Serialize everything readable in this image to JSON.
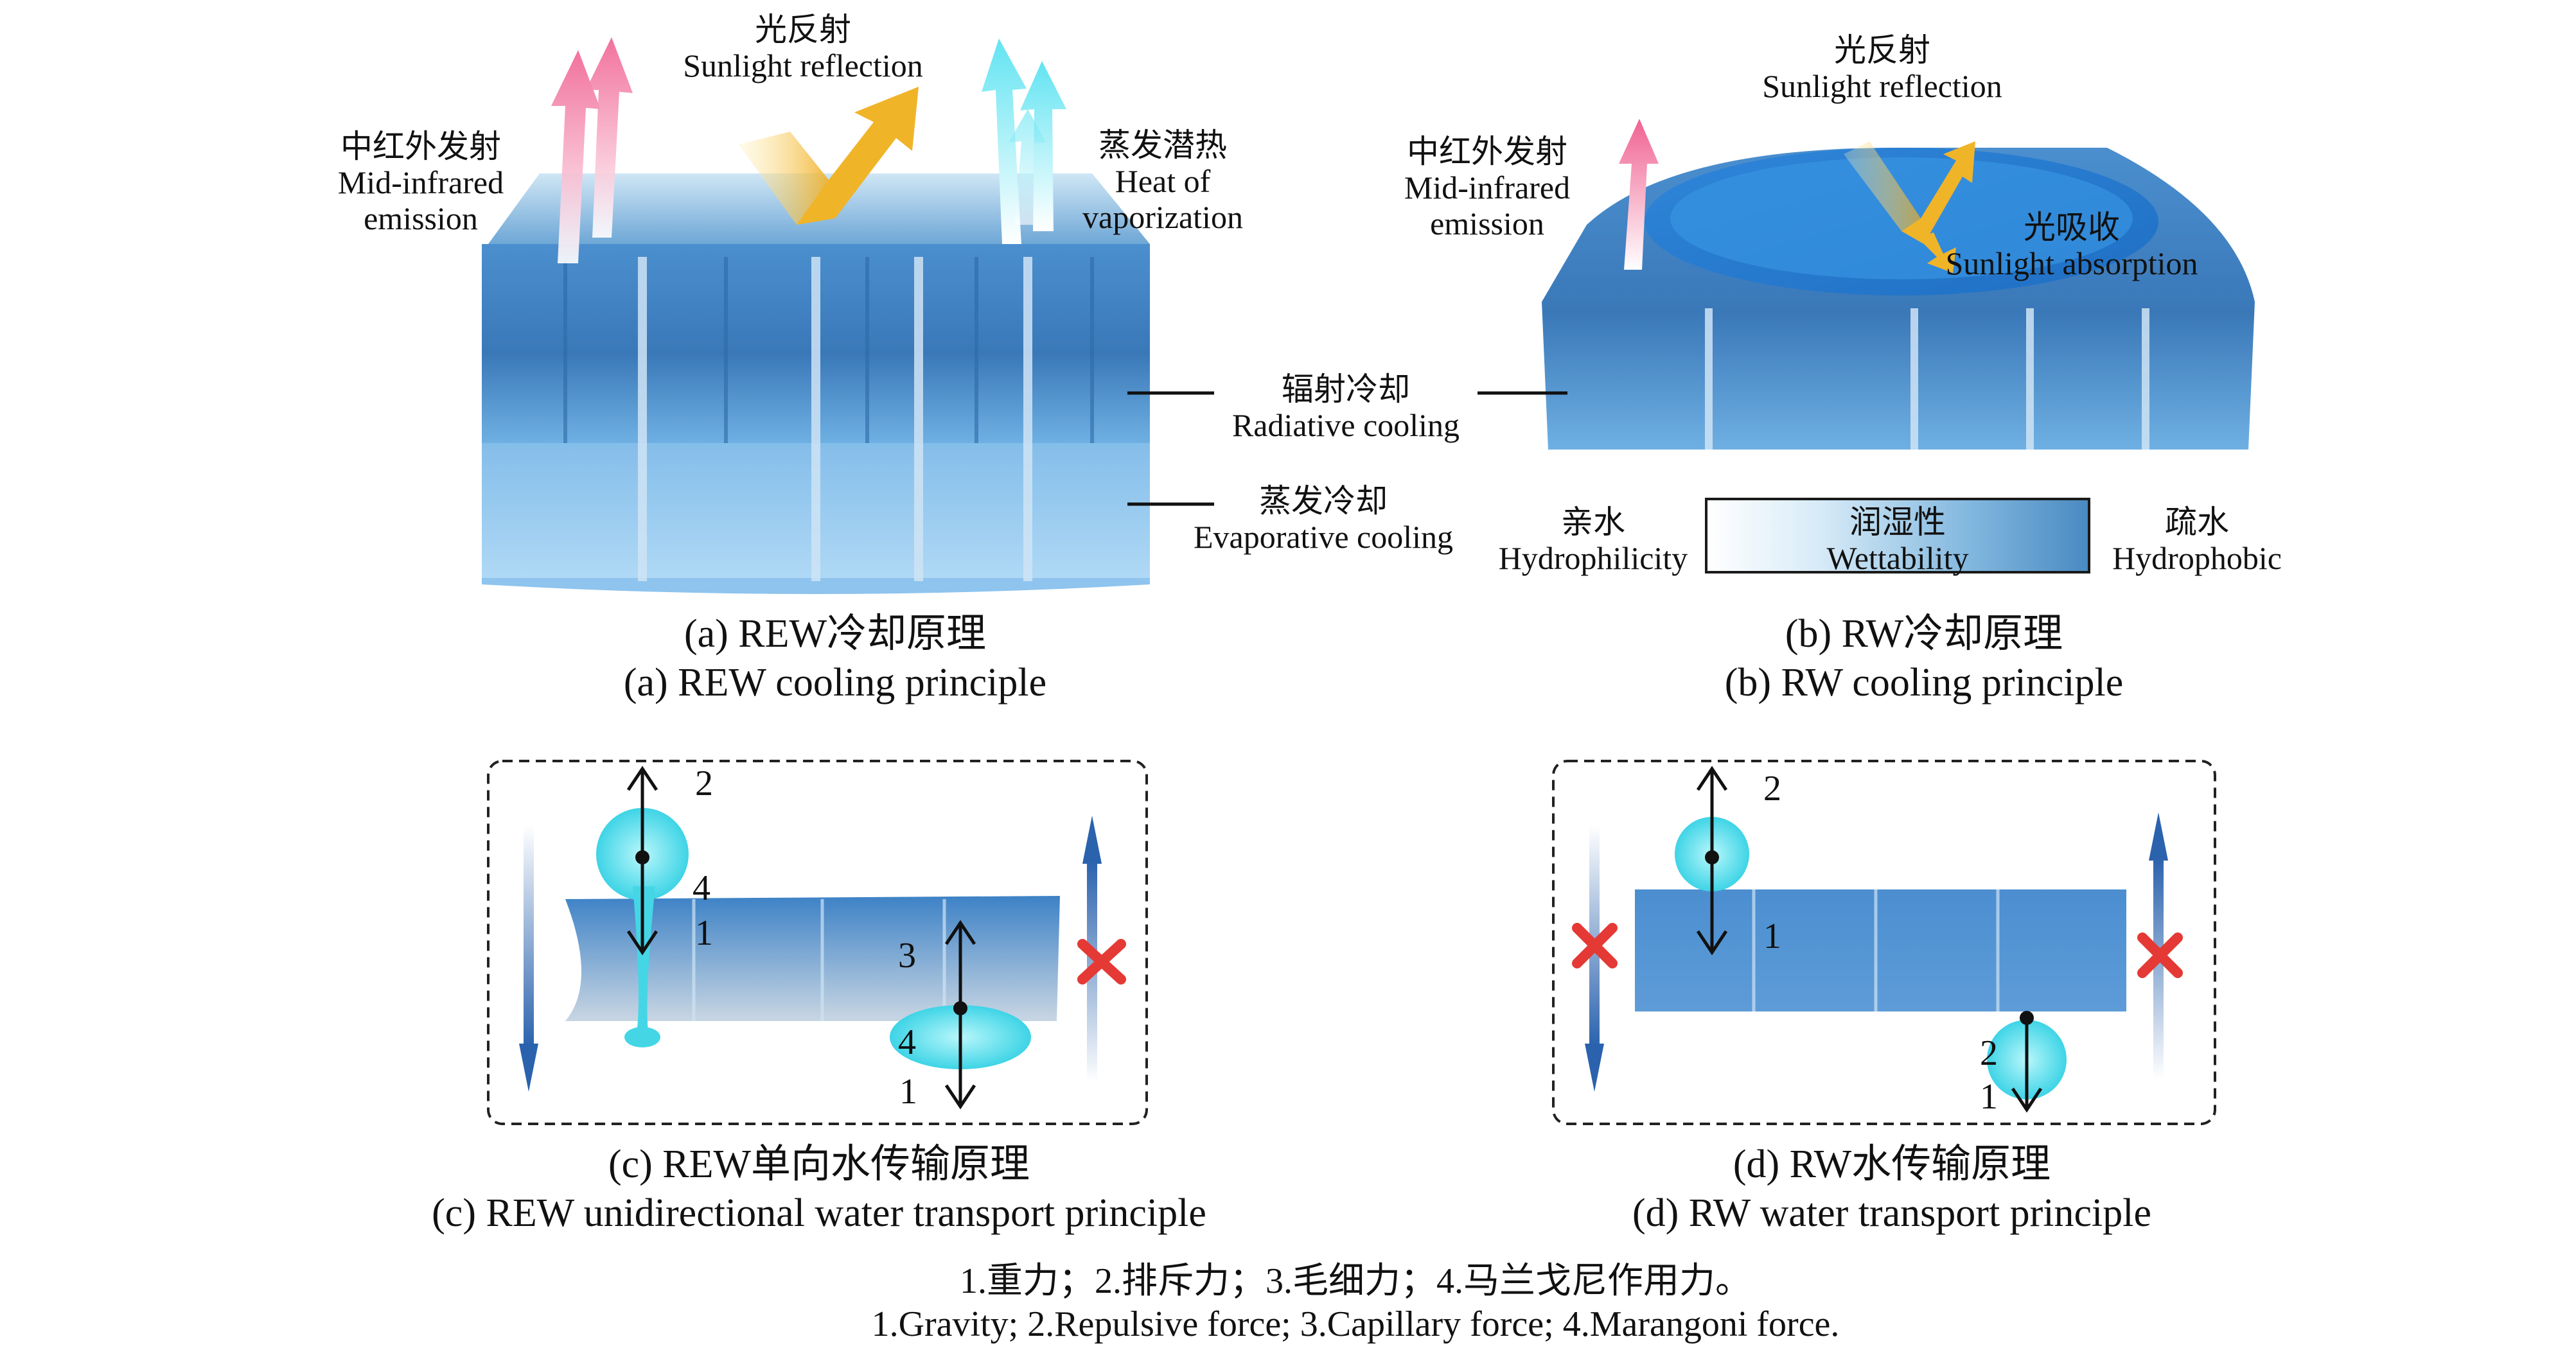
{
  "panel_a": {
    "mir_zh": "中红外发射",
    "mir_en1": "Mid-infrared",
    "mir_en2": "emission",
    "refl_zh": "光反射",
    "refl_en": "Sunlight reflection",
    "vap_zh": "蒸发潜热",
    "vap_en1": "Heat of",
    "vap_en2": "vaporization",
    "rad_zh": "辐射冷却",
    "rad_en": "Radiative cooling",
    "evap_zh": "蒸发冷却",
    "evap_en": "Evaporative cooling",
    "caption_zh": "(a) REW冷却原理",
    "caption_en": "(a) REW cooling principle"
  },
  "panel_b": {
    "refl_zh": "光反射",
    "refl_en": "Sunlight reflection",
    "mir_zh": "中红外发射",
    "mir_en1": "Mid-infrared",
    "mir_en2": "emission",
    "abs_zh": "光吸收",
    "abs_en": "Sunlight absorption",
    "hydrophilic_zh": "亲水",
    "hydrophilic_en": "Hydrophilicity",
    "wettability_zh": "润湿性",
    "wettability_en": "Wettability",
    "hydrophobic_zh": "疏水",
    "hydrophobic_en": "Hydrophobic",
    "caption_zh": "(b) RW冷却原理",
    "caption_en": "(b) RW cooling principle"
  },
  "panel_c": {
    "n_top_up": "2",
    "n_top_down4": "4",
    "n_top_down1": "1",
    "n_bot_up": "3",
    "n_bot_4": "4",
    "n_bot_1": "1",
    "caption_zh": "(c) REW单向水传输原理",
    "caption_en": "(c) REW unidirectional water transport principle"
  },
  "panel_d": {
    "n_top_up": "2",
    "n_top_down": "1",
    "n_bot_2": "2",
    "n_bot_1": "1",
    "caption_zh": "(d) RW水传输原理",
    "caption_en": "(d) RW water transport principle"
  },
  "footnote_zh": "1.重力；2.排斥力；3.毛细力；4.马兰戈尼作用力。",
  "footnote_en": "1.Gravity; 2.Repulsive force; 3.Capillary force; 4.Marangoni force.",
  "colors": {
    "fabric_blue": "#3f7fbf",
    "water_cyan": "#45d6e6",
    "reflection_yellow": "#f0b429",
    "mir_pink": "#f48fb1",
    "vapor_cyan": "#9ff0f7",
    "cross_red": "#e53935"
  }
}
